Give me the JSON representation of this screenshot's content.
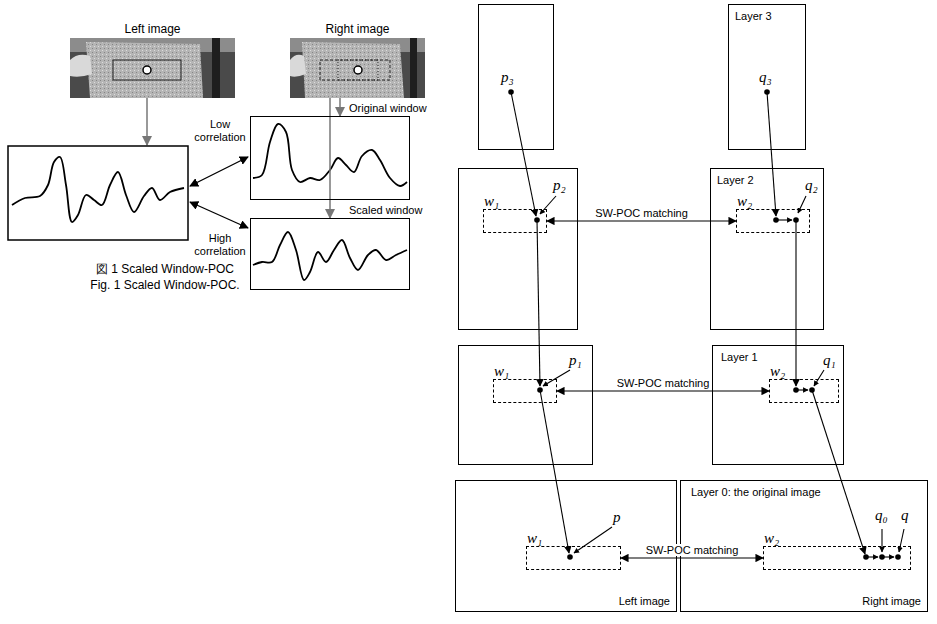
{
  "diagram": {
    "nodes": [
      {
        "text": [
          "Left image"
        ]
      },
      {
        "text": [
          "Right image"
        ]
      },
      {
        "text": [
          "Original window"
        ]
      },
      {
        "text": [
          "Scaled window"
        ]
      },
      {
        "text": [
          "p₃"
        ]
      },
      {
        "text": [
          "Layer 3",
          "q₃"
        ]
      },
      {
        "text": [
          "p₂"
        ]
      },
      {
        "text": [
          "w₁"
        ],
        "in": 6
      },
      {
        "text": [
          "Layer 2",
          "q₂"
        ]
      },
      {
        "text": [
          "w₂"
        ],
        "in": 8
      },
      {
        "text": [
          "p₁"
        ]
      },
      {
        "text": [
          "w₁"
        ],
        "in": 10
      },
      {
        "text": [
          "Layer 1",
          "q₁"
        ]
      },
      {
        "text": [
          "w₂"
        ],
        "in": 12
      },
      {
        "text": [
          "p",
          "Left image"
        ]
      },
      {
        "text": [
          "w₁"
        ],
        "in": 14
      },
      {
        "text": [
          "Layer 0: the original image",
          "q₀",
          "q",
          "Right image"
        ]
      },
      {
        "text": [
          "w₂"
        ],
        "in": 16
      }
    ],
    "edges": [
      {
        "from": 1,
        "to": 2,
        "arrow": "to"
      },
      {
        "from": 1,
        "to": 3,
        "arrow": "to"
      },
      {
        "from": 7,
        "to": 9,
        "arrow": "both",
        "label": "SW-POC matching"
      },
      {
        "from": 11,
        "to": 13,
        "arrow": "both",
        "label": "SW-POC matching"
      },
      {
        "from": 15,
        "to": 17,
        "arrow": "both",
        "label": "SW-POC matching"
      }
    ],
    "labels": [
      "Low correlation",
      "High correlation",
      "図 1 Scaled Window-POC",
      "Fig. 1 Scaled Window-POC."
    ]
  }
}
